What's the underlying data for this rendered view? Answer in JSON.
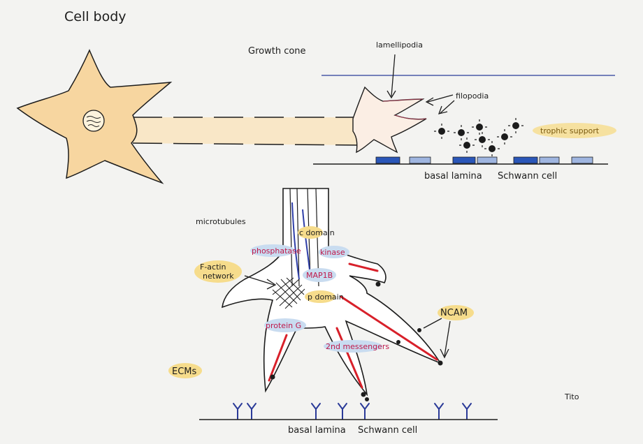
{
  "labels": {
    "cell_body": "Cell body",
    "growth_cone": "Growth cone",
    "lamellipodia": "lamellipodia",
    "filopodia": "filopodia",
    "trophic_support": "trophic support",
    "basal_lamina_top": "basal lamina",
    "schwann_cell_top": "Schwann cell",
    "microtubules": "microtubules",
    "c_domain": "c domain",
    "phosphatase": "phosphatase",
    "kinase": "kinase",
    "f_actin": "F-actin",
    "network": "network",
    "map1b": "MAP1B",
    "p_domain": "p domain",
    "protein_g": "protein G",
    "second_messengers": "2nd messengers",
    "ncam": "NCAM",
    "ecms": "ECMs",
    "basal_lamina_bottom": "basal lamina",
    "schwann_cell_bottom": "Schwann cell",
    "signature": "Tito"
  },
  "colors": {
    "cell_fill": "#f7d6a0",
    "highlight_yellow": "#f6dc8c",
    "highlight_blue": "#c9dcf0",
    "microtubule_blue": "#2f3fa8",
    "red": "#d8202a",
    "ink": "#1c1c1c",
    "schwann_blue": "#2a56b8"
  }
}
